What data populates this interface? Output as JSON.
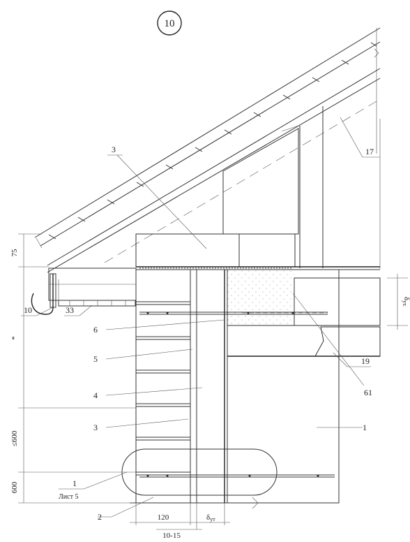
{
  "drawing": {
    "detail_number": "10",
    "callouts": {
      "c3_top": "3",
      "c17": "17",
      "c10": "10",
      "c33": "33",
      "c6": "6",
      "c5": "5",
      "c4": "4",
      "c3_low": "3",
      "c19": "19",
      "c61": "61",
      "c1_right": "1",
      "c1_left": "1",
      "sheet_ref": "Лист 5",
      "c2": "2"
    },
    "dimensions": {
      "d75": "75",
      "dstar": "*",
      "d600le": "≤600",
      "d600": "600",
      "d120": "120",
      "d10_15": "10-15",
      "d_insul": "δ",
      "d_insul_sub": "ут",
      "d_right": "δ",
      "d_right_sub": "ут."
    }
  }
}
